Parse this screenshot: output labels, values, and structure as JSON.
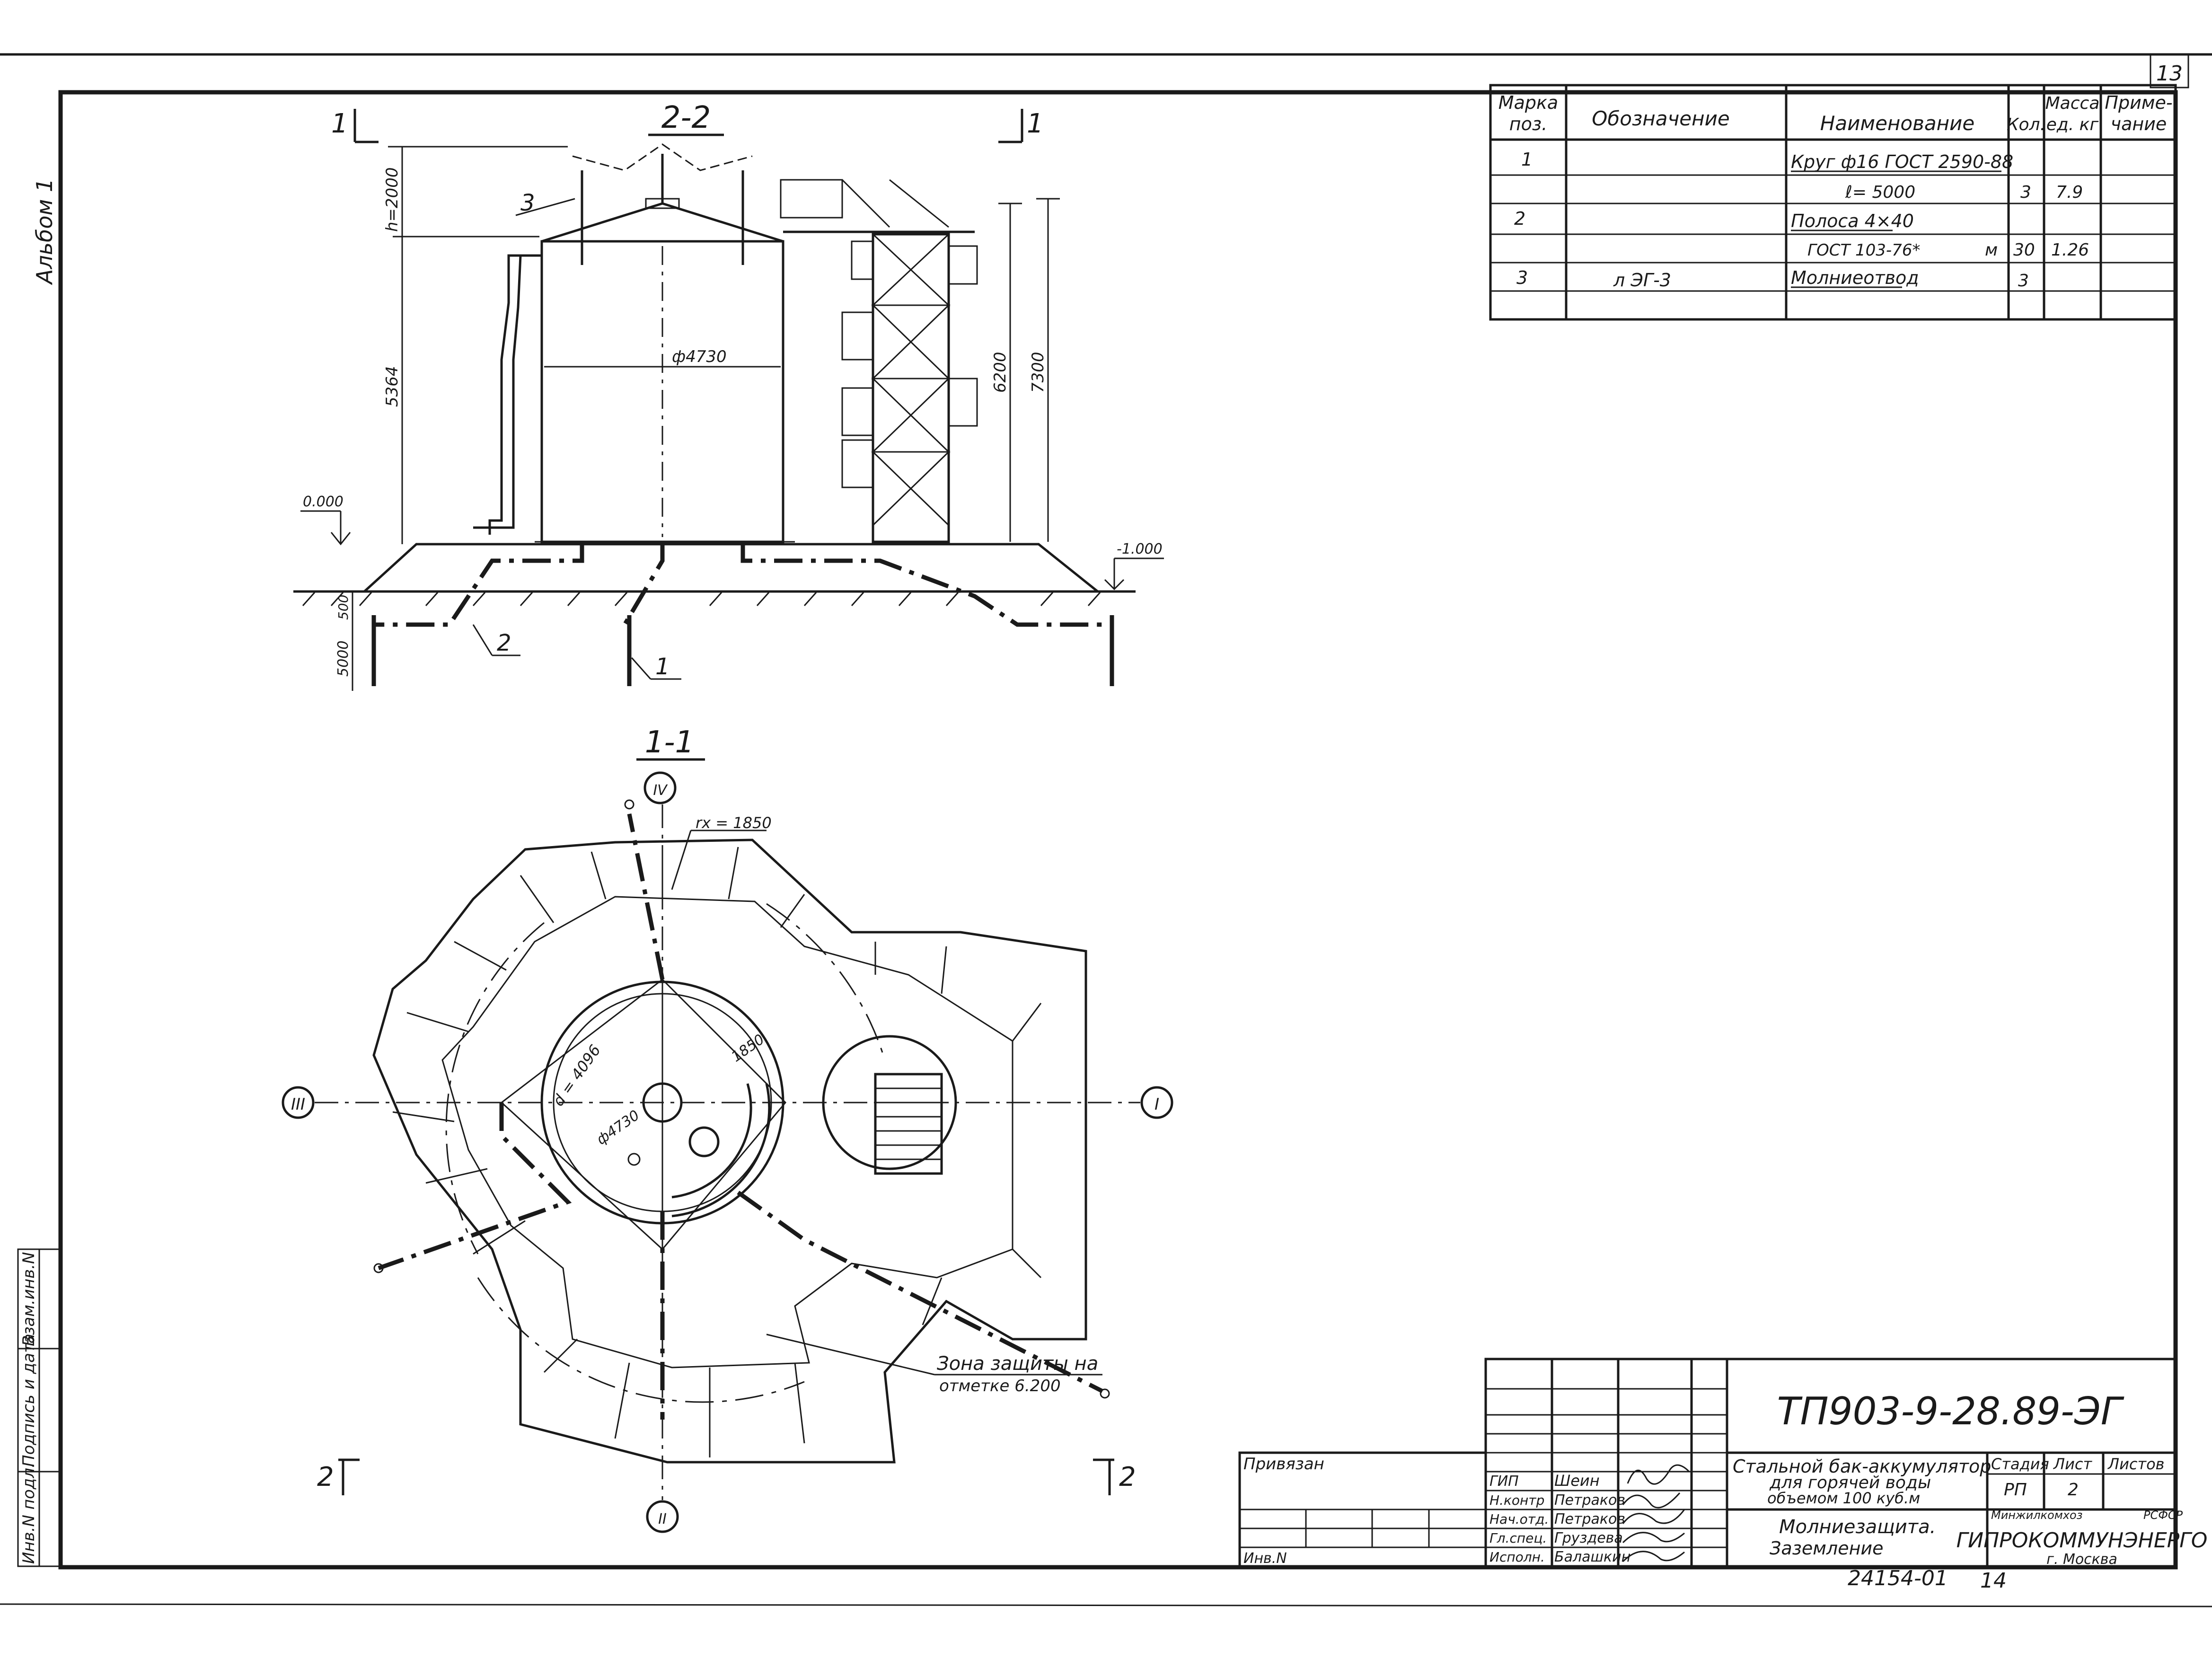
{
  "sheet": {
    "page_number": "13",
    "album_label": "Альбом 1",
    "bottom_number": "24154-01",
    "bottom_number2": "14"
  },
  "section22": {
    "title": "2-2",
    "cut_left": "1",
    "cut_right": "1",
    "dim_h": "h=2000",
    "dim_height_left": "5364",
    "dim_diameter": "ф4730",
    "dim_6200": "6200",
    "dim_7300": "7300",
    "level_zero": "0.000",
    "level_minus": "-1.000",
    "dim_500": "500",
    "dim_5000": "5000",
    "callout_1": "1",
    "callout_2": "2",
    "callout_3": "3"
  },
  "section11": {
    "title": "1-1",
    "rx": "rx = 1850",
    "d_inner": "d = 4096",
    "d_tank": "ф4730",
    "r_1850": "1850",
    "axis_I": "I",
    "axis_II": "II",
    "axis_III": "III",
    "axis_IV": "IV",
    "zone_line1": "Зона защиты на",
    "zone_line2": "отметке 6.200",
    "cut_left": "2",
    "cut_right": "2"
  },
  "spec_table": {
    "headers": [
      "Марка поз.",
      "Обозначение",
      "Наименование",
      "Кол.",
      "Масса ед. кг",
      "Приме- чание"
    ],
    "header_lines": [
      [
        "Марка",
        "поз."
      ],
      [
        "Обозначение"
      ],
      [
        "Наименование"
      ],
      [
        "Кол."
      ],
      [
        "Масса",
        "ед. кг"
      ],
      [
        "Приме-",
        "чание"
      ]
    ],
    "rows": [
      {
        "mark": "1",
        "designation": "",
        "name": "Круг ф16 ГОСТ 2590-88",
        "unit": "",
        "qty": "",
        "mass": "",
        "note": ""
      },
      {
        "mark": "",
        "designation": "",
        "name": "ℓ= 5000",
        "unit": "",
        "qty": "3",
        "mass": "7.9",
        "note": ""
      },
      {
        "mark": "2",
        "designation": "",
        "name": "Полоса 4×40",
        "unit": "",
        "qty": "",
        "mass": "",
        "note": ""
      },
      {
        "mark": "",
        "designation": "",
        "name": "ГОСТ 103-76*",
        "unit": "м",
        "qty": "30",
        "mass": "1.26",
        "note": ""
      },
      {
        "mark": "3",
        "designation": "л ЭГ-3",
        "name": "Молниеотвод",
        "unit": "",
        "qty": "3",
        "mass": "",
        "note": ""
      }
    ]
  },
  "title_block": {
    "code": "ТП903-9-28.89-ЭГ",
    "privyazan": "Привязан",
    "inv_no": "Инв.N",
    "roles": [
      "ГИП",
      "Н.контр",
      "Нач.отд.",
      "Гл.спец.",
      "Исполн."
    ],
    "names": [
      "Шеин",
      "Петраков",
      "Петраков",
      "Груздева",
      "Балашкин"
    ],
    "object_line1": "Стальной бак-аккумулятор",
    "object_line2": "для горячей воды",
    "object_line3": "объемом 100 куб.м",
    "sheet_line1": "Молниезащита.",
    "sheet_line2": "Заземление",
    "stage_label": "Стадия",
    "sheet_label": "Лист",
    "sheets_label": "Листов",
    "stage": "РП",
    "sheet_no": "2",
    "ministry": "Минжилкомхоз",
    "republic": "РСФСР",
    "org": "ГИПРОКОММУНЭНЕРГО",
    "city": "г. Москва"
  },
  "left_strip": {
    "labels": [
      "Инв.N подл.",
      "Подпись и дата",
      "Взам.инв.N"
    ]
  }
}
